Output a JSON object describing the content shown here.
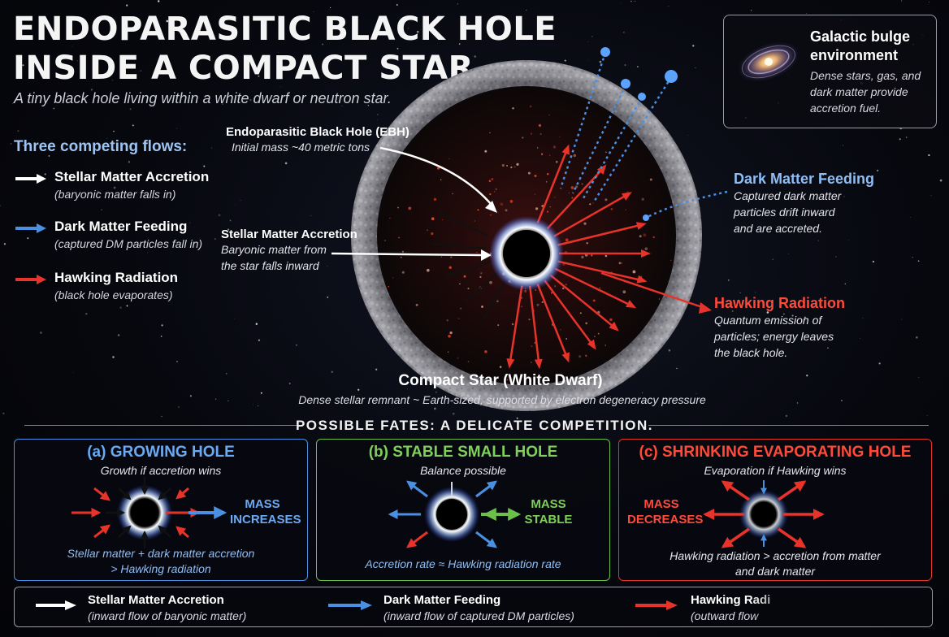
{
  "title_line1": "ENDOPARASITIC BLACK HOLE",
  "title_line2": "INSIDE A COMPACT STAR",
  "subtitle": "A tiny black hole living within a white dwarf or neutron star.",
  "flows": {
    "heading": "Three competing flows:",
    "items": [
      {
        "label": "Stellar Matter Accretion",
        "sub": "(baryonic matter falls in)",
        "color": "#ffffff"
      },
      {
        "label": "Dark Matter Feeding",
        "sub": "(captured DM particles fall in)",
        "color": "#4a90e2"
      },
      {
        "label": "Hawking Radiation",
        "sub": "(black hole evaporates)",
        "color": "#e8332a"
      }
    ]
  },
  "callouts": {
    "ebh_title": "Endoparasitic Black Hole (EBH)",
    "ebh_sub": "Initial mass ~40 metric tons",
    "stellar_title": "Stellar Matter Accretion",
    "stellar_sub1": "Baryonic matter from",
    "stellar_sub2": "the star falls inward",
    "dm_title": "Dark Matter Feeding",
    "dm_sub1": "Captured dark matter",
    "dm_sub2": "particles drift inward",
    "dm_sub3": "and are accreted.",
    "hawking_title": "Hawking Radiation",
    "hawking_sub1": "Quantum emission of",
    "hawking_sub2": "particles; energy leaves",
    "hawking_sub3": "the black hole.",
    "star_title": "Compact Star (White Dwarf)",
    "star_sub": "Dense stellar remnant ~ Earth-sized, supported by electron degeneracy pressure"
  },
  "galaxy": {
    "title1": "Galactic bulge",
    "title2": "environment",
    "desc1": "Dense stars, gas, and",
    "desc2": "dark matter provide",
    "desc3": "accretion fuel."
  },
  "fates": {
    "heading": "POSSIBLE FATES: A DELICATE COMPETITION.",
    "a": {
      "title": "(a) GROWING HOLE",
      "sub": "Growth if accretion wins",
      "mass1": "MASS",
      "mass2": "INCREASES",
      "bottom1": "Stellar matter + dark matter accretion",
      "bottom2": "> Hawking radiation",
      "color": "#4a90e2"
    },
    "b": {
      "title": "(b) STABLE SMALL HOLE",
      "sub": "Balance possible",
      "mass1": "MASS",
      "mass2": "STABLE",
      "bottom1": "Accretion rate ≈ Hawking radiation rate",
      "color": "#6cc04a"
    },
    "c": {
      "title": "(c) SHRINKING EVAPORATING HOLE",
      "sub": "Evaporation if Hawking wins",
      "mass1": "MASS",
      "mass2": "DECREASES",
      "bottom1": "Hawking radiation > accretion from matter",
      "bottom2": "and dark matter",
      "color": "#e8332a"
    }
  },
  "bottom_legend": [
    {
      "label": "Stellar Matter Accretion",
      "sub": "(inward flow of baryonic matter)"
    },
    {
      "label": "Dark Matter Feeding",
      "sub": "(inward flow of captured DM particles)"
    },
    {
      "label": "Hawking Radi",
      "sub": "(outward flow"
    }
  ]
}
